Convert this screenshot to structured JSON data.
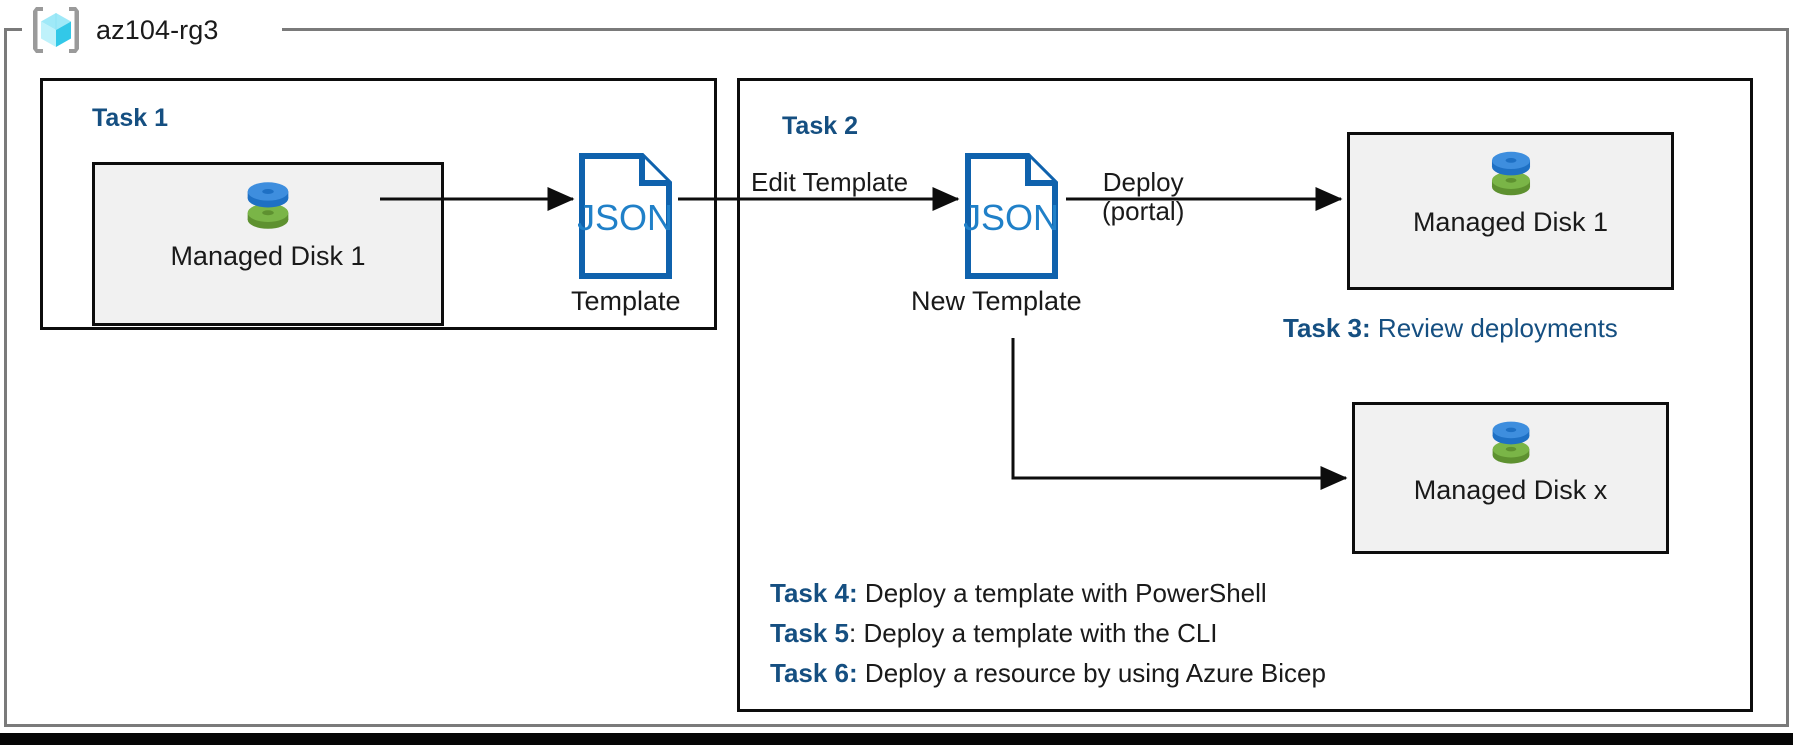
{
  "resource_group": {
    "name": "az104-rg3",
    "icon": "resource-group-cube-icon",
    "border_color": "#7a7a7a"
  },
  "colors": {
    "task_heading": "#154F81",
    "tile_fill": "#f1f1f1",
    "tile_border": "#0d0d0d",
    "json_border": "#0F62AD",
    "json_text": "#2080C8",
    "disk_blue": "#3E8EDE",
    "disk_green": "#7AB547",
    "text": "#1a1a1a"
  },
  "task1": {
    "heading": "Task 1",
    "resource": {
      "label": "Managed Disk 1",
      "icon": "managed-disk-icon"
    },
    "template": {
      "icon": "json-file-icon",
      "icon_text": "JSON",
      "caption": "Template"
    }
  },
  "task2": {
    "heading": "Task 2",
    "edge_label_in": "Edit Template",
    "template": {
      "icon": "json-file-icon",
      "icon_text": "JSON",
      "caption": "New Template"
    },
    "edge_label_out_line1": "Deploy",
    "edge_label_out_line2": "(portal)",
    "resource_top": {
      "label": "Managed Disk 1",
      "icon": "managed-disk-icon"
    },
    "resource_bottom": {
      "label": "Managed Disk x",
      "icon": "managed-disk-icon"
    }
  },
  "task3": {
    "key": "Task 3:",
    "text": " Review deployments"
  },
  "task4": {
    "key": "Task 4:",
    "text": " Deploy a template with PowerShell"
  },
  "task5": {
    "key": "Task 5",
    "text": ": Deploy a template with the CLI"
  },
  "task6": {
    "key": "Task 6:",
    "text": " Deploy a resource by using Azure Bicep"
  }
}
